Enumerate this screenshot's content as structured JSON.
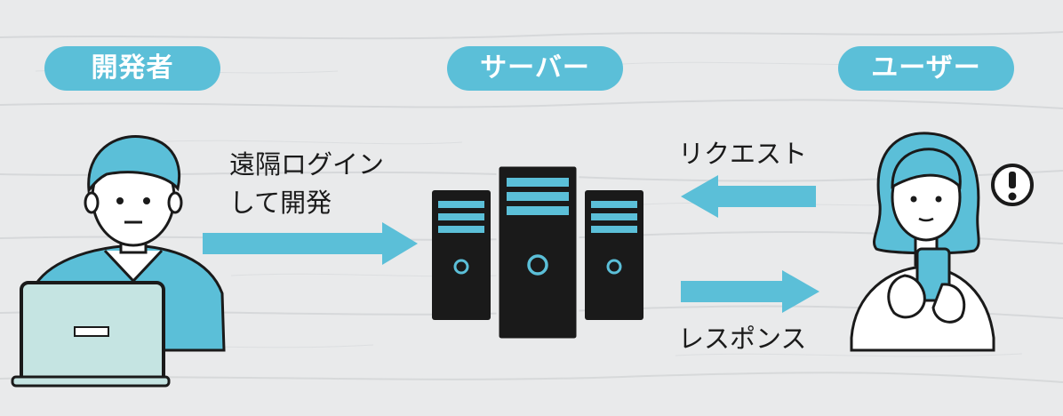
{
  "actors": {
    "developer": "開発者",
    "server": "サーバー",
    "user": "ユーザー"
  },
  "flows": {
    "dev_to_server_line1": "遠隔ログイン",
    "dev_to_server_line2": "して開発",
    "request": "リクエスト",
    "response": "レスポンス"
  },
  "colors": {
    "accent": "#5bbfd8",
    "background": "#e9eaeb",
    "dark": "#1a1a1a",
    "laptop": "#c5e4e2"
  },
  "icons": {
    "alert": "exclamation-in-circle"
  }
}
